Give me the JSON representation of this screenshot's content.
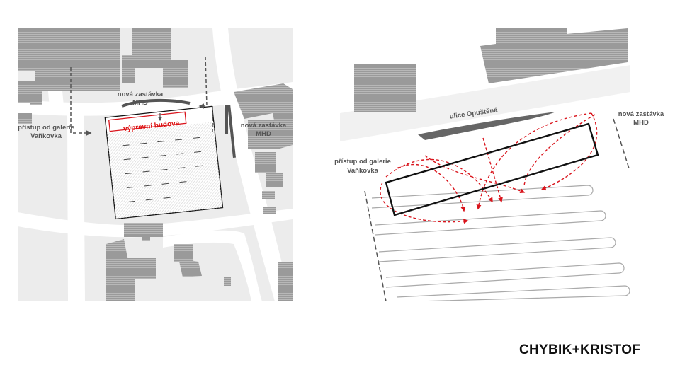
{
  "left_plan": {
    "label_stop": [
      "nová zastávka",
      "MHD"
    ],
    "label_stop_right": [
      "nová zastávka",
      "MHD"
    ],
    "label_gallery": [
      "přístup od galerie",
      "Vaňkovka"
    ],
    "label_building": "výpravní budova"
  },
  "right_plan": {
    "label_street": "ulice Opuštěná",
    "label_stop": [
      "nová zastávka",
      "MHD"
    ],
    "label_gallery": [
      "přístup od galerie",
      "Vaňkovka"
    ]
  },
  "brand": "CHYBIK+KRISTOF",
  "colors": {
    "accent": "#d9141c",
    "building": "#a9a9a9",
    "road": "#e6e6e6"
  }
}
